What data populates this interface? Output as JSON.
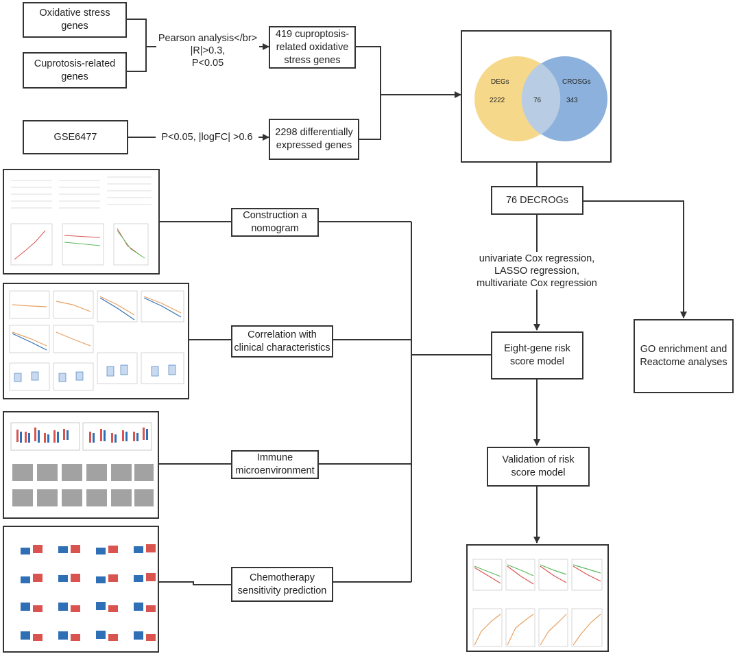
{
  "boxes": {
    "oxidative": "Oxidative stress\ngenes",
    "cuproptosis": "Cuprotosis-related\ngenes",
    "gse": "GSE6477",
    "cros419": "419 cuproptosis-\nrelated oxidative\nstress genes",
    "deg2298": "2298 differentially\nexpressed genes",
    "decrogs": "76 DECROGs",
    "eight_gene": "Eight-gene risk\nscore model",
    "validation": "Validation of risk\nscore model",
    "go": "GO enrichment and\nReactome analyses",
    "nomogram": "Construction a\nnomogram",
    "clinical": "Correlation with\nclinical characteristics",
    "immune": "Immune\nmicroenvironment",
    "chemo": "Chemotherapy\nsensitivity prediction"
  },
  "labels": {
    "pearson": "Pearson analysis</br>\n|R|>0.3,\nP<0.05",
    "deg_filter": "P<0.05, |logFC| >0.6",
    "regression": "univariate Cox regression,\nLASSO regression,\nmultivariate Cox regression"
  },
  "venn": {
    "left_label": "DEGs",
    "right_label": "CROSGs",
    "left_count": "2222",
    "overlap_count": "76",
    "right_count": "343",
    "left_color": "#f6d88a",
    "right_color": "#7fa8d8"
  },
  "colors": {
    "line": "#333333",
    "series_red": "#d9534f",
    "series_blue": "#2e6fb5",
    "series_orange": "#e8a060",
    "series_green": "#5cb85c"
  }
}
